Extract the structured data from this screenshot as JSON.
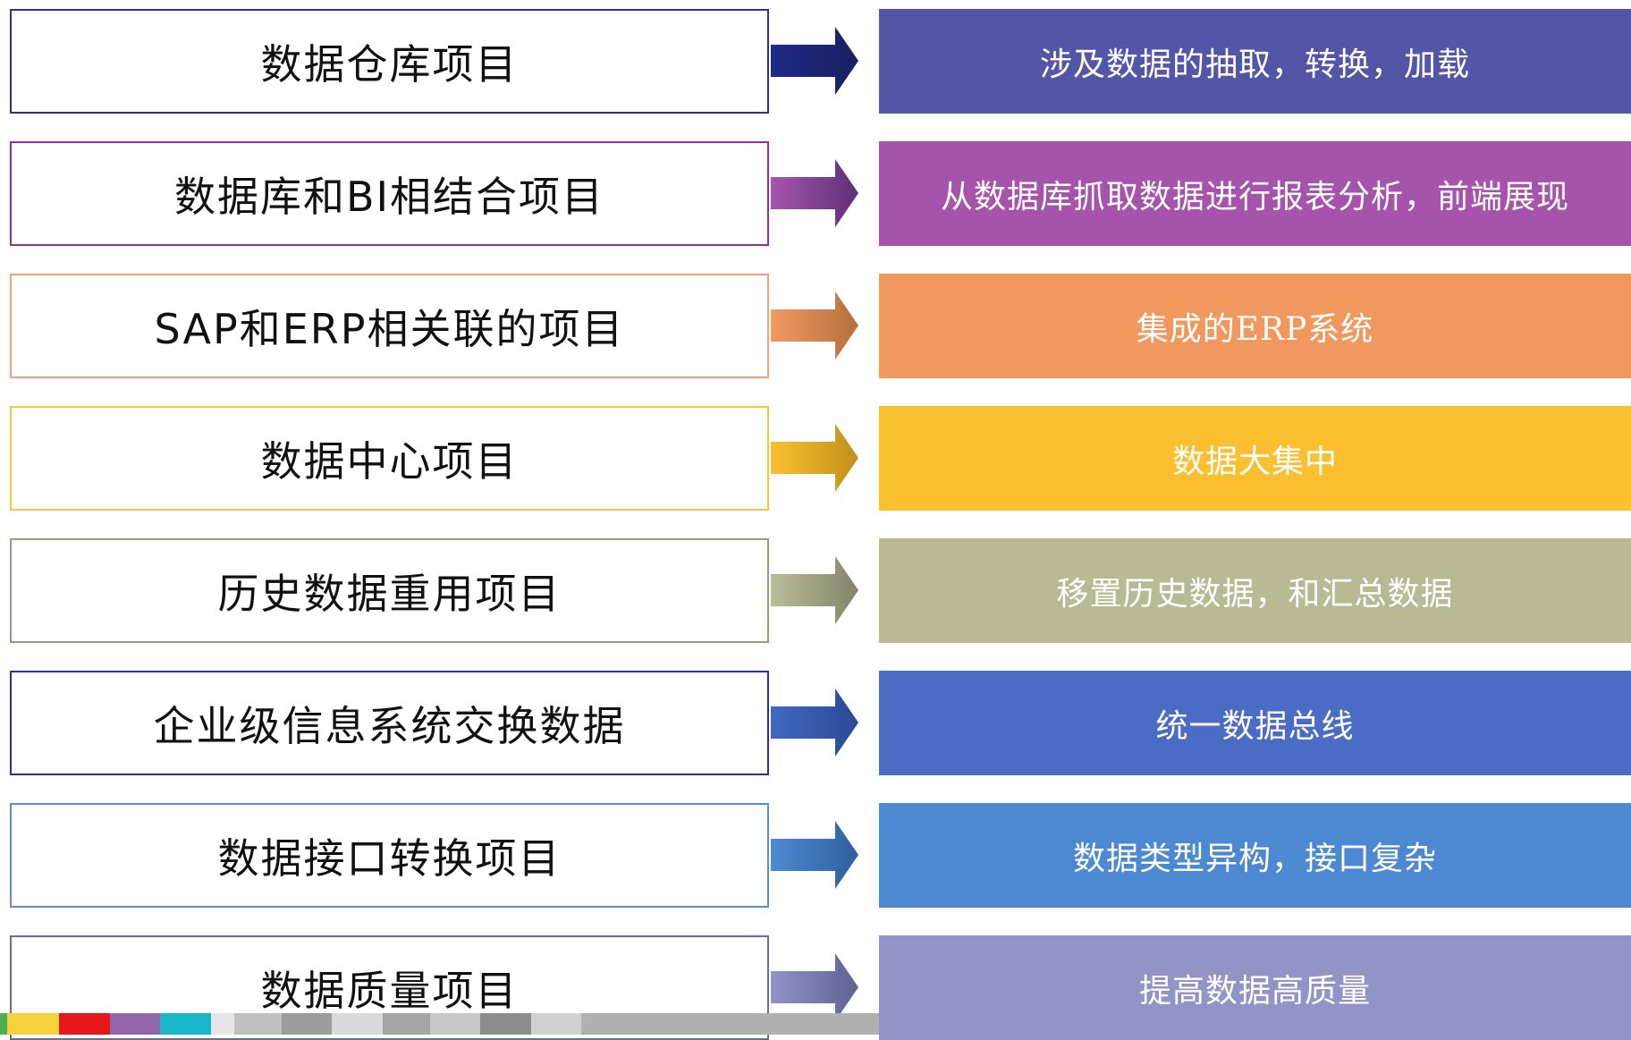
{
  "rows": [
    {
      "project": "数据仓库项目",
      "description": "涉及数据的抽取，转换，加载",
      "color": "#5355a6",
      "border": "#2e2f8e",
      "arrow_start": "#1e2a8a",
      "arrow_end": "#1a1f5e"
    },
    {
      "project": "数据库和BI相结合项目",
      "description": "从数据库抓取数据进行报表分析，前端展现",
      "color": "#a653ac",
      "border": "#9a2aa8",
      "arrow_start": "#a654ac",
      "arrow_end": "#5f2f78"
    },
    {
      "project": "SAP和ERP相关联的项目",
      "description": "集成的ERP系统",
      "color": "#f0985e",
      "border": "#f2a074",
      "arrow_start": "#f29a62",
      "arrow_end": "#b56f3a"
    },
    {
      "project": "数据中心项目",
      "description": "数据大集中",
      "color": "#fcbf2f",
      "border": "#f7c63b",
      "arrow_start": "#fcc02e",
      "arrow_end": "#c0901c"
    },
    {
      "project": "历史数据重用项目",
      "description": "移置历史数据，和汇总数据",
      "color": "#b9b993",
      "border": "#9a9a7c",
      "arrow_start": "#bcbc98",
      "arrow_end": "#83836a"
    },
    {
      "project": "企业级信息系统交换数据",
      "description": "统一数据总线",
      "color": "#4a6cc4",
      "border": "#2a2ab8",
      "arrow_start": "#4169c2",
      "arrow_end": "#2a4a93"
    },
    {
      "project": "数据接口转换项目",
      "description": "数据类型异构，接口复杂",
      "color": "#4d88d2",
      "border": "#5a8fd4",
      "arrow_start": "#4e8ad1",
      "arrow_end": "#2e5f9e"
    },
    {
      "project": "数据质量项目",
      "description": "提高数据高质量",
      "color": "#9294c7",
      "border": "#6a6c98",
      "arrow_start": "#9293c8",
      "arrow_end": "#5f6093"
    }
  ],
  "bottom_strip_colors": [
    "#4caf50",
    "#f7d23c",
    "#e8171a",
    "#9266ac",
    "#19b5c9",
    "#e6e6e6",
    "#bfbfbf",
    "#9c9c9c",
    "#d9d9d9",
    "#a6a6a6",
    "#c8c8c8",
    "#8c8c8c",
    "#d0d0d0",
    "#b0b0b0"
  ]
}
